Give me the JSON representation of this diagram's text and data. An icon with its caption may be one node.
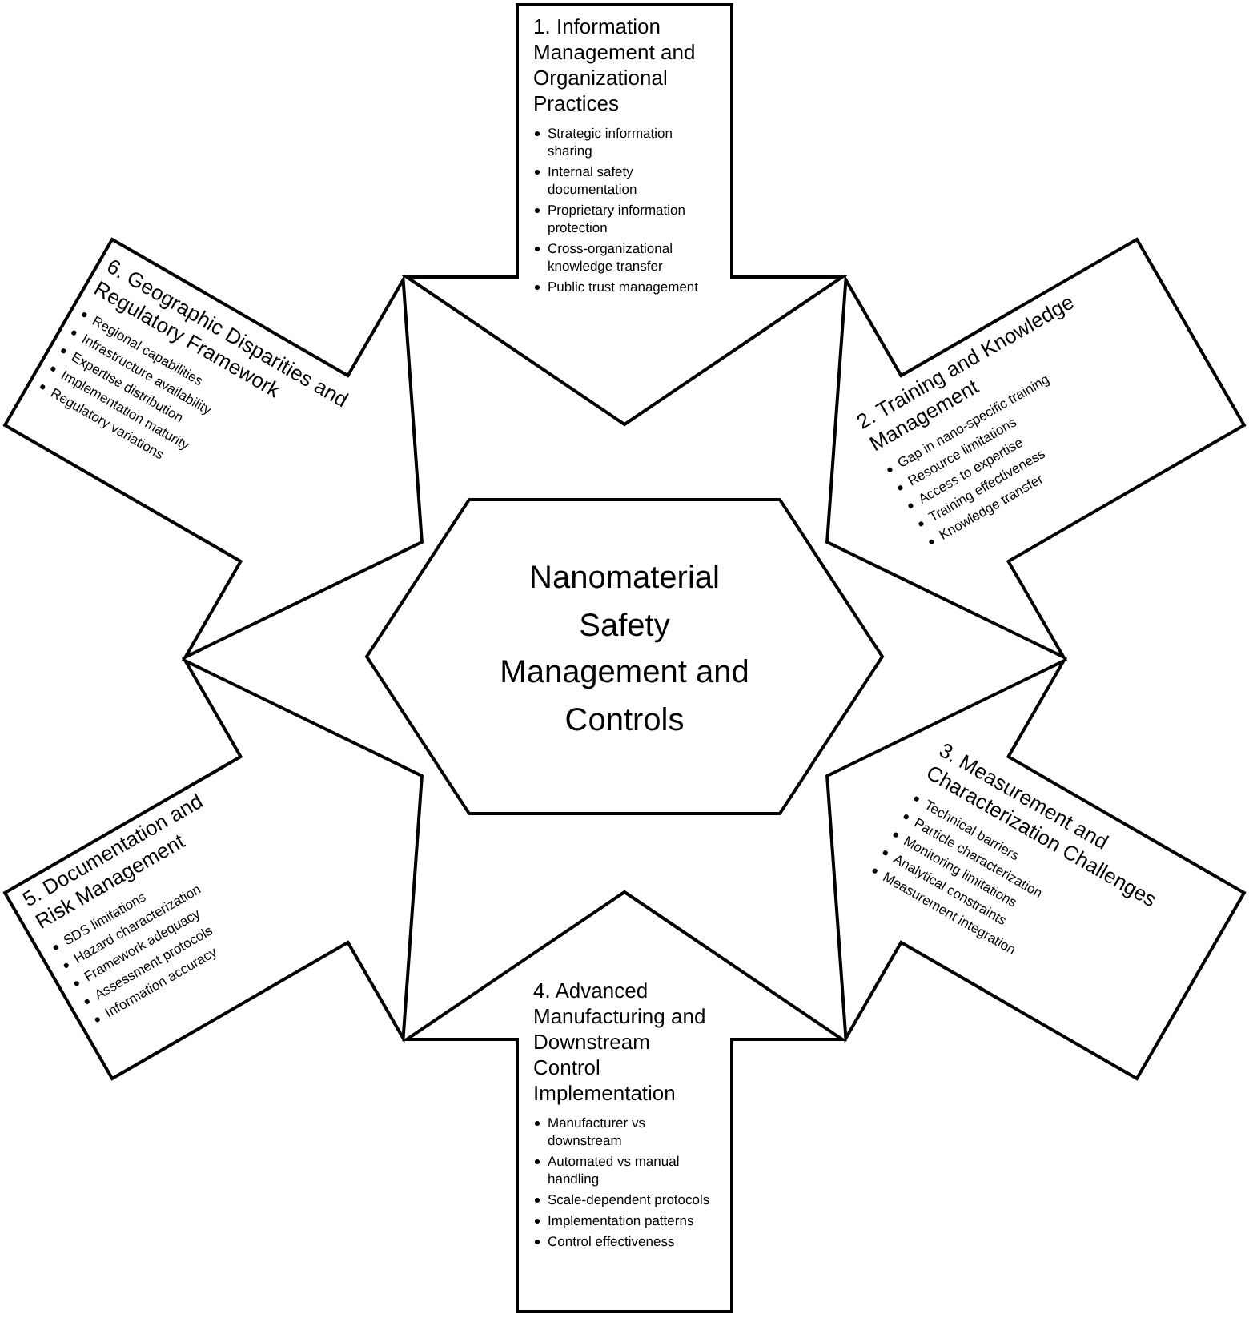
{
  "diagram": {
    "nodes": [
      {
        "text": [
          "Nanomaterial Safety Management and Controls"
        ]
      },
      {
        "text": [
          "1. Information Management and Organizational Practices",
          "Strategic information sharing",
          "Internal safety documentation",
          "Proprietary information protection",
          "Cross-organizational knowledge transfer",
          "Public trust management"
        ]
      },
      {
        "text": [
          "2. Training and Knowledge Management",
          "Gap in nano-specific training",
          "Resource limitations",
          "Access to expertise",
          "Training effectiveness",
          "Knowledge transfer"
        ]
      },
      {
        "text": [
          "3. Measurement and Characterization Challenges",
          "Technical barriers",
          "Particle characterization",
          "Monitoring limitations",
          "Analytical constraints",
          "Measurement integration"
        ]
      },
      {
        "text": [
          "4. Advanced Manufacturing and Downstream Control Implementation",
          "Manufacturer vs downstream",
          "Automated vs manual handling",
          "Scale-dependent protocols",
          "Implementation patterns",
          "Control effectiveness"
        ]
      },
      {
        "text": [
          "5. Documentation and Risk Management",
          "SDS limitations",
          "Hazard characterization",
          "Framework adequacy",
          "Assessment protocols",
          "Information accuracy"
        ]
      },
      {
        "text": [
          "6. Geographic Disparities and Regulatory Framework",
          "Regional capabilities",
          "Infrastructure availability",
          "Expertise distribution",
          "Implementation maturity",
          "Regulatory variations"
        ]
      }
    ]
  }
}
